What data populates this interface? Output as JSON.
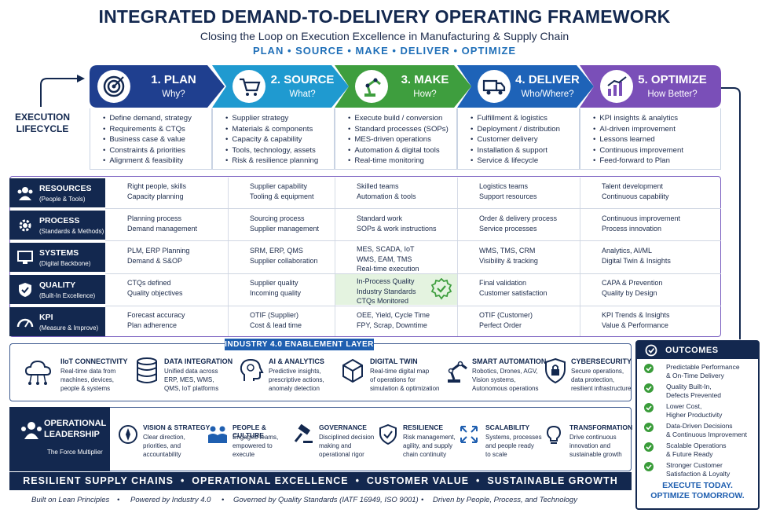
{
  "header": {
    "title": "INTEGRATED DEMAND-TO-DELIVERY OPERATING FRAMEWORK",
    "subtitle": "Closing the Loop on Execution Excellence in Manufacturing & Supply Chain",
    "tagline": "PLAN • SOURCE • MAKE • DELIVER • OPTIMIZE"
  },
  "lifecycle_label": [
    "EXECUTION",
    "LIFECYCLE"
  ],
  "phases": [
    {
      "title": "1. PLAN",
      "sub": "Why?",
      "color": "#1f3f8f",
      "items": [
        "Define demand, strategy",
        "Requirements & CTQs",
        "Business case & value",
        "Constraints & priorities",
        "Alignment & feasibility"
      ]
    },
    {
      "title": "2. SOURCE",
      "sub": "What?",
      "color": "#1f9ad0",
      "items": [
        "Supplier strategy",
        "Materials & components",
        "Capacity & capability",
        "Tools, technology, assets",
        "Risk & resilience planning"
      ]
    },
    {
      "title": "3. MAKE",
      "sub": "How?",
      "color": "#3e9e3e",
      "items": [
        "Execute build / conversion",
        "Standard processes (SOPs)",
        "MES-driven operations",
        "Automation & digital tools",
        "Real-time monitoring"
      ]
    },
    {
      "title": "4. DELIVER",
      "sub": "Who/Where?",
      "color": "#1e63b8",
      "items": [
        "Fulfillment & logistics",
        "Deployment / distribution",
        "Customer delivery",
        "Installation & support",
        "Service & lifecycle"
      ]
    },
    {
      "title": "5. OPTIMIZE",
      "sub": "How Better?",
      "color": "#7a4fb8",
      "items": [
        "KPI insights & analytics",
        "AI-driven improvement",
        "Lessons learned",
        "Continuous improvement",
        "Feed-forward to Plan"
      ]
    }
  ],
  "matrix": [
    {
      "label": "RESOURCES",
      "sub": "(People & Tools)",
      "cells": [
        [
          "Right people, skills",
          "Capacity planning"
        ],
        [
          "Supplier capability",
          "Tooling & equipment"
        ],
        [
          "Skilled teams",
          "Automation & tools"
        ],
        [
          "Logistics teams",
          "Support resources"
        ],
        [
          "Talent development",
          "Continuous capability"
        ]
      ]
    },
    {
      "label": "PROCESS",
      "sub": "(Standards & Methods)",
      "cells": [
        [
          "Planning process",
          "Demand management"
        ],
        [
          "Sourcing process",
          "Supplier management"
        ],
        [
          "Standard work",
          "SOPs & work instructions"
        ],
        [
          "Order & delivery process",
          "Service processes"
        ],
        [
          "Continuous improvement",
          "Process innovation"
        ]
      ]
    },
    {
      "label": "SYSTEMS",
      "sub": "(Digital Backbone)",
      "cells": [
        [
          "PLM, ERP Planning",
          "Demand & S&OP"
        ],
        [
          "SRM, ERP, QMS",
          "Supplier collaboration"
        ],
        [
          "MES, SCADA, IoT",
          "WMS, EAM, TMS",
          "Real-time execution"
        ],
        [
          "WMS, TMS, CRM",
          "Visibility & tracking"
        ],
        [
          "Analytics, AI/ML",
          "Digital Twin & Insights"
        ]
      ]
    },
    {
      "label": "QUALITY",
      "sub": "(Built-In Excellence)",
      "cells": [
        [
          "CTQs defined",
          "Quality objectives"
        ],
        [
          "Supplier quality",
          "Incoming quality"
        ],
        [
          "In-Process Quality",
          "Industry Standards",
          "CTQs Monitored"
        ],
        [
          "Final validation",
          "Customer satisfaction"
        ],
        [
          "CAPA & Prevention",
          "Quality by Design"
        ]
      ]
    },
    {
      "label": "KPI",
      "sub": "(Measure & Improve)",
      "cells": [
        [
          "Forecast accuracy",
          "Plan adherence"
        ],
        [
          "OTIF (Supplier)",
          "Cost & lead time"
        ],
        [
          "OEE, Yield, Cycle Time",
          "FPY, Scrap, Downtime"
        ],
        [
          "OTIF (Customer)",
          "Perfect Order"
        ],
        [
          "KPI Trends & Insights",
          "Value & Performance"
        ]
      ]
    }
  ],
  "industry": {
    "title": "INDUSTRY 4.0 ENABLEMENT LAYER",
    "items": [
      {
        "title": "IIoT CONNECTIVITY",
        "desc": [
          "Real-time data from",
          "machines, devices,",
          "people & systems"
        ]
      },
      {
        "title": "DATA INTEGRATION",
        "desc": [
          "Unified data across",
          "ERP, MES, WMS,",
          "QMS, IoT platforms"
        ]
      },
      {
        "title": "AI & ANALYTICS",
        "desc": [
          "Predictive insights,",
          "prescriptive actions,",
          "anomaly detection"
        ]
      },
      {
        "title": "DIGITAL TWIN",
        "desc": [
          "Real-time digital map",
          "of operations for",
          "simulation & optimization"
        ]
      },
      {
        "title": "SMART AUTOMATION",
        "desc": [
          "Robotics, Drones, AGV,",
          "Vision systems,",
          "Autonomous operations"
        ]
      },
      {
        "title": "CYBERSECURITY",
        "desc": [
          "Secure operations,",
          "data protection,",
          "resilient infrastructure"
        ]
      }
    ]
  },
  "leadership": {
    "title": [
      "OPERATIONAL",
      "LEADERSHIP"
    ],
    "sub": "The Force Multiplier",
    "items": [
      {
        "title": "VISION & STRATEGY",
        "desc": [
          "Clear direction,",
          "priorities, and",
          "accountability"
        ]
      },
      {
        "title": "PEOPLE & CULTURE",
        "desc": [
          "Engaged teams,",
          "empowered to",
          "execute"
        ]
      },
      {
        "title": "GOVERNANCE",
        "desc": [
          "Disciplined decision",
          "making and",
          "operational rigor"
        ]
      },
      {
        "title": "RESILIENCE",
        "desc": [
          "Risk management,",
          "agility, and supply",
          "chain continuity"
        ]
      },
      {
        "title": "SCALABILITY",
        "desc": [
          "Systems, processes",
          "and people ready",
          "to scale"
        ]
      },
      {
        "title": "TRANSFORMATION",
        "desc": [
          "Drive continuous",
          "innovation and",
          "sustainable growth"
        ]
      }
    ]
  },
  "bottom_bar": "RESILIENT SUPPLY CHAINS  •  OPERATIONAL EXCELLENCE  •  CUSTOMER VALUE  •  SUSTAINABLE GROWTH",
  "footer": [
    "Built on Lean Principles",
    "•",
    "Powered by Industry 4.0",
    "•",
    "Governed by Quality Standards (IATF 16949, ISO 9001)",
    "•",
    "Driven by People, Process, and Technology"
  ],
  "outcomes": {
    "title": "OUTCOMES",
    "items": [
      [
        "Predictable Performance",
        "& On-Time Delivery"
      ],
      [
        "Quality Built-In,",
        "Defects Prevented"
      ],
      [
        "Lower Cost,",
        "Higher Productivity"
      ],
      [
        "Data-Driven Decisions",
        "& Continuous Improvement"
      ],
      [
        "Scalable Operations",
        "& Future Ready"
      ],
      [
        "Stronger Customer",
        "Satisfaction & Loyalty"
      ]
    ],
    "footer": [
      "EXECUTE TODAY.",
      "OPTIMIZE TOMORROW."
    ]
  }
}
